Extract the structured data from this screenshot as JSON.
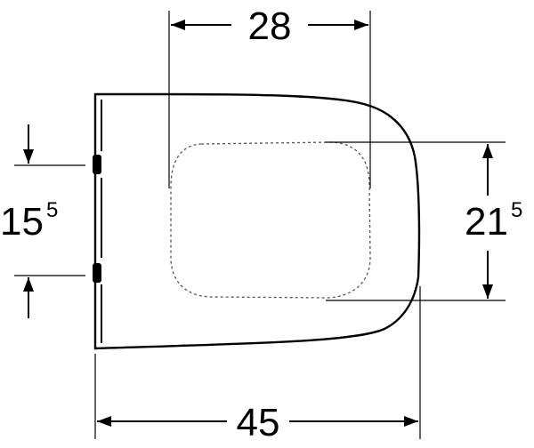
{
  "drawing": {
    "line_color": "#000000",
    "background_color": "#ffffff"
  },
  "dimensions": {
    "top_width": {
      "value": "28"
    },
    "overall_length": {
      "value": "45"
    },
    "left_height": {
      "value": "15",
      "superscript": "5"
    },
    "right_height": {
      "value": "21",
      "superscript": "5"
    }
  }
}
